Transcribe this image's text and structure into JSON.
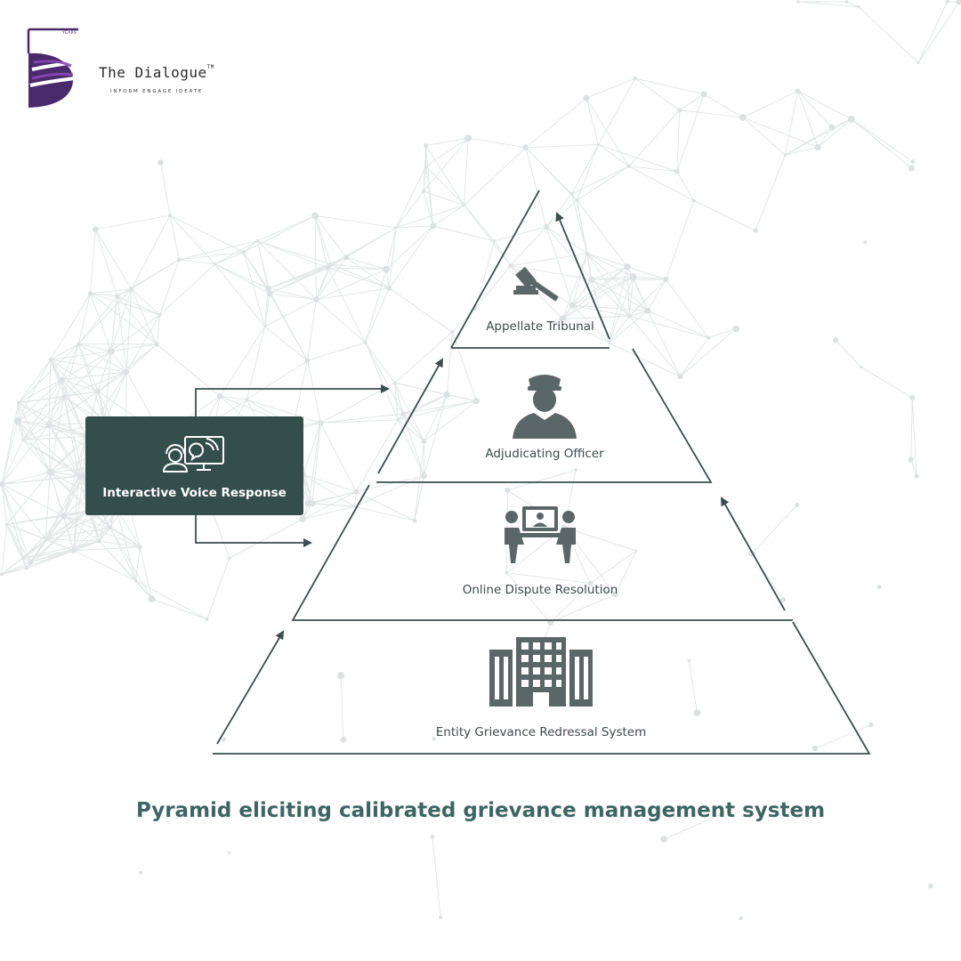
{
  "brand": {
    "name": "The Dialogue",
    "trademark": "TM",
    "tagline": "INFORM  ENGAGE  IDEATE",
    "badge": "YEARS",
    "colors": {
      "primary": "#4b2a6b",
      "secondary": "#8a47b8"
    }
  },
  "pyramid": {
    "line_color": "#3a4f4d",
    "tiers": [
      {
        "label": "Appellate Tribunal",
        "icon": "gavel-icon"
      },
      {
        "label": "Adjudicating Officer",
        "icon": "officer-icon"
      },
      {
        "label": "Online Dispute Resolution",
        "icon": "video-meeting-icon"
      },
      {
        "label": "Entity Grievance Redressal System",
        "icon": "office-building-icon"
      }
    ]
  },
  "ivr": {
    "label": "Interactive Voice Response",
    "icon": "call-center-icon",
    "color": "#344e4c"
  },
  "caption": {
    "text": "Pyramid eliciting calibrated grievance management system",
    "color": "#3d6563"
  }
}
